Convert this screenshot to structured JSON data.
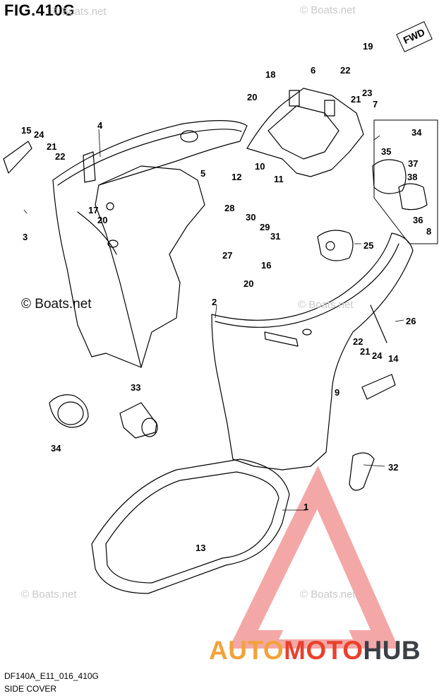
{
  "figure": {
    "title": "FIG.410G",
    "code": "DF140A_E11_016_410G",
    "caption": "SIDE COVER"
  },
  "badge": {
    "label": "FWD"
  },
  "watermarks": {
    "text": "© Boats.net",
    "color": "#c9c9c9"
  },
  "brand": {
    "part1": "AUTO",
    "part2": "MOTO",
    "part3": "HUB",
    "colors": {
      "auto": "#f2a33a",
      "moto": "#e8412c",
      "hub": "#3b3f46",
      "logo": "#f08a8a"
    }
  },
  "callouts": [
    {
      "id": "c1",
      "label": "1"
    },
    {
      "id": "c2",
      "label": "2"
    },
    {
      "id": "c3",
      "label": "3"
    },
    {
      "id": "c4",
      "label": "4"
    },
    {
      "id": "c5",
      "label": "5"
    },
    {
      "id": "c6",
      "label": "6"
    },
    {
      "id": "c7",
      "label": "7"
    },
    {
      "id": "c8",
      "label": "8"
    },
    {
      "id": "c9",
      "label": "9"
    },
    {
      "id": "c10",
      "label": "10"
    },
    {
      "id": "c11",
      "label": "11"
    },
    {
      "id": "c12",
      "label": "12"
    },
    {
      "id": "c13",
      "label": "13"
    },
    {
      "id": "c14",
      "label": "14"
    },
    {
      "id": "c15",
      "label": "15"
    },
    {
      "id": "c16",
      "label": "16"
    },
    {
      "id": "c17",
      "label": "17"
    },
    {
      "id": "c18",
      "label": "18"
    },
    {
      "id": "c19",
      "label": "19"
    },
    {
      "id": "c20a",
      "label": "20"
    },
    {
      "id": "c20b",
      "label": "20"
    },
    {
      "id": "c20c",
      "label": "20"
    },
    {
      "id": "c21a",
      "label": "21"
    },
    {
      "id": "c21b",
      "label": "21"
    },
    {
      "id": "c21c",
      "label": "21"
    },
    {
      "id": "c22a",
      "label": "22"
    },
    {
      "id": "c22b",
      "label": "22"
    },
    {
      "id": "c22c",
      "label": "22"
    },
    {
      "id": "c23",
      "label": "23"
    },
    {
      "id": "c24a",
      "label": "24"
    },
    {
      "id": "c24b",
      "label": "24"
    },
    {
      "id": "c25",
      "label": "25"
    },
    {
      "id": "c26",
      "label": "26"
    },
    {
      "id": "c27",
      "label": "27"
    },
    {
      "id": "c28",
      "label": "28"
    },
    {
      "id": "c29",
      "label": "29"
    },
    {
      "id": "c30",
      "label": "30"
    },
    {
      "id": "c31",
      "label": "31"
    },
    {
      "id": "c32",
      "label": "32"
    },
    {
      "id": "c33",
      "label": "33"
    },
    {
      "id": "c34a",
      "label": "34"
    },
    {
      "id": "c34b",
      "label": "34"
    },
    {
      "id": "c35",
      "label": "35"
    },
    {
      "id": "c36",
      "label": "36"
    },
    {
      "id": "c37",
      "label": "37"
    },
    {
      "id": "c38",
      "label": "38"
    }
  ]
}
